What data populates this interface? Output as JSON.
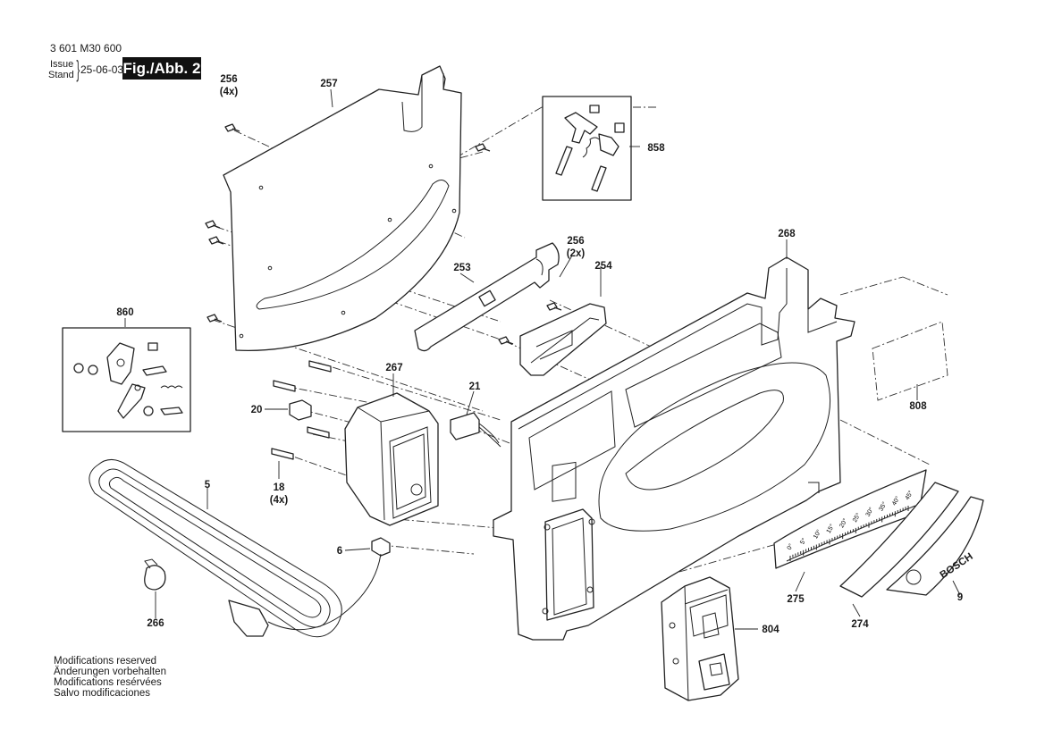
{
  "header": {
    "document_number": "3 601 M30 600",
    "issue_label": "Issue",
    "stand_label": "Stand",
    "date": "25-06-03",
    "figure": "Fig./Abb. 2"
  },
  "notes": [
    "Modifications reserved",
    "Änderungen vorbehalten",
    "Modifications resérvées",
    "Salvo modificaciones"
  ],
  "parts": {
    "p256a": "256",
    "p256a_qty": "(4x)",
    "p257": "257",
    "p858": "858",
    "p256b": "256",
    "p256b_qty": "(2x)",
    "p253": "253",
    "p254": "254",
    "p268": "268",
    "p860": "860",
    "p267": "267",
    "p21": "21",
    "p20": "20",
    "p808": "808",
    "p5": "5",
    "p18": "18",
    "p18_qty": "(4x)",
    "p6": "6",
    "p275": "275",
    "p274": "274",
    "p9": "9",
    "p266": "266",
    "p804": "804"
  },
  "scale_marks": [
    "0°",
    "5°",
    "10°",
    "15°",
    "20°",
    "25°",
    "30°",
    "35°",
    "40°",
    "45°"
  ],
  "brand": "BOSCH"
}
